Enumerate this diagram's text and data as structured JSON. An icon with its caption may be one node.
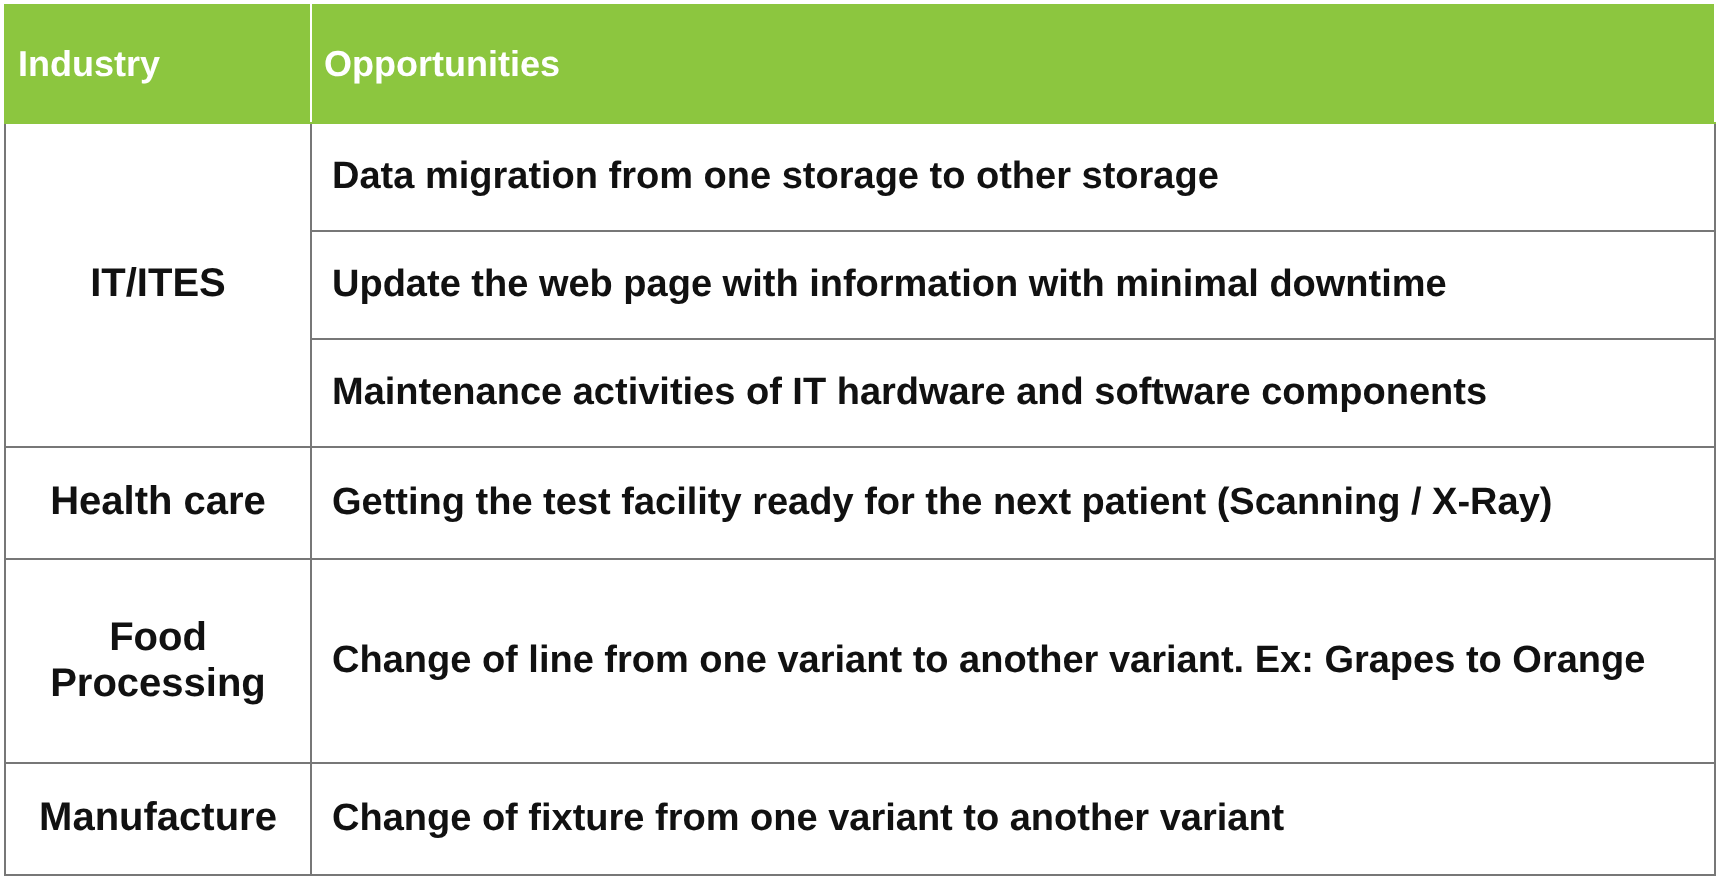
{
  "diagram": {
    "labels": [
      "Industry",
      "Opportunities",
      "IT/ITES",
      "Data migration from one storage to other storage",
      "Update the web page with information with minimal downtime",
      "Maintenance activities of IT hardware and software components",
      "Health care",
      "Getting the test facility ready for the next patient (Scanning / X-Ray)",
      "Food Processing",
      "Change of line from one variant to another variant. Ex: Grapes to Orange",
      "Manufacture",
      "Change of fixture from one variant to another variant"
    ]
  }
}
